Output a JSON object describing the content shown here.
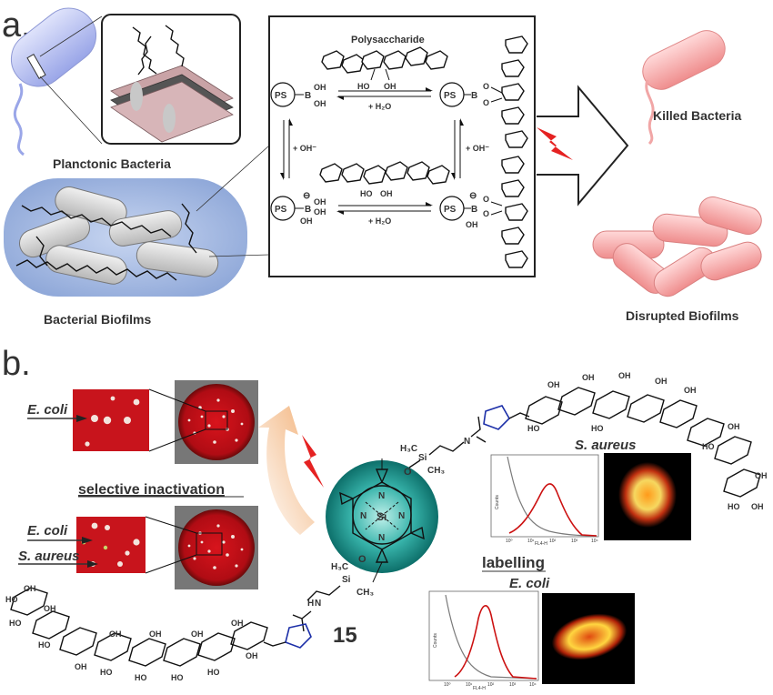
{
  "panel_a": {
    "label": "a.",
    "planctonic": "Planctonic Bacteria",
    "biofilms": "Bacterial Biofilms",
    "polysaccharide": "Polysaccharide",
    "ps": "PS",
    "boron": "B",
    "oh": "OH",
    "ho": "HO",
    "o": "O",
    "minus": "⊖",
    "plus_h2o": "+ H₂O",
    "plus_oh": "+ OH⁻",
    "killed": "Killed Bacteria",
    "disrupted": "Disrupted Biofilms"
  },
  "panel_b": {
    "label": "b.",
    "ecoli_1": "E. coli",
    "selective": "selective inactivation",
    "ecoli_2": "E. coli",
    "saureus_1": "S. aureus",
    "saureus_2": "S. aureus",
    "labelling": "labelling",
    "ecoli_3": "E. coli",
    "compound": "15",
    "si": "Si",
    "n": "N",
    "o": "O",
    "h3c": "H₃C",
    "ch3": "CH₃",
    "nh": "N",
    "h": "H",
    "oh": "OH",
    "ho": "HO",
    "counts": "Counts",
    "fl4": "FL4-H",
    "tick_1": "10⁰",
    "tick_2": "10¹",
    "tick_3": "10²",
    "tick_4": "10³",
    "tick_5": "10⁴"
  },
  "colors": {
    "agar_red": "#c8141c",
    "cyan_glow": "#2aa9a0",
    "bacteria_pink": "#f4a5a5",
    "planctonic_blue": "#aab4ee",
    "biofilm_blue": "#9fb4dd",
    "triazole_blue": "#1c2fa8",
    "flow_red": "#cc1111"
  }
}
